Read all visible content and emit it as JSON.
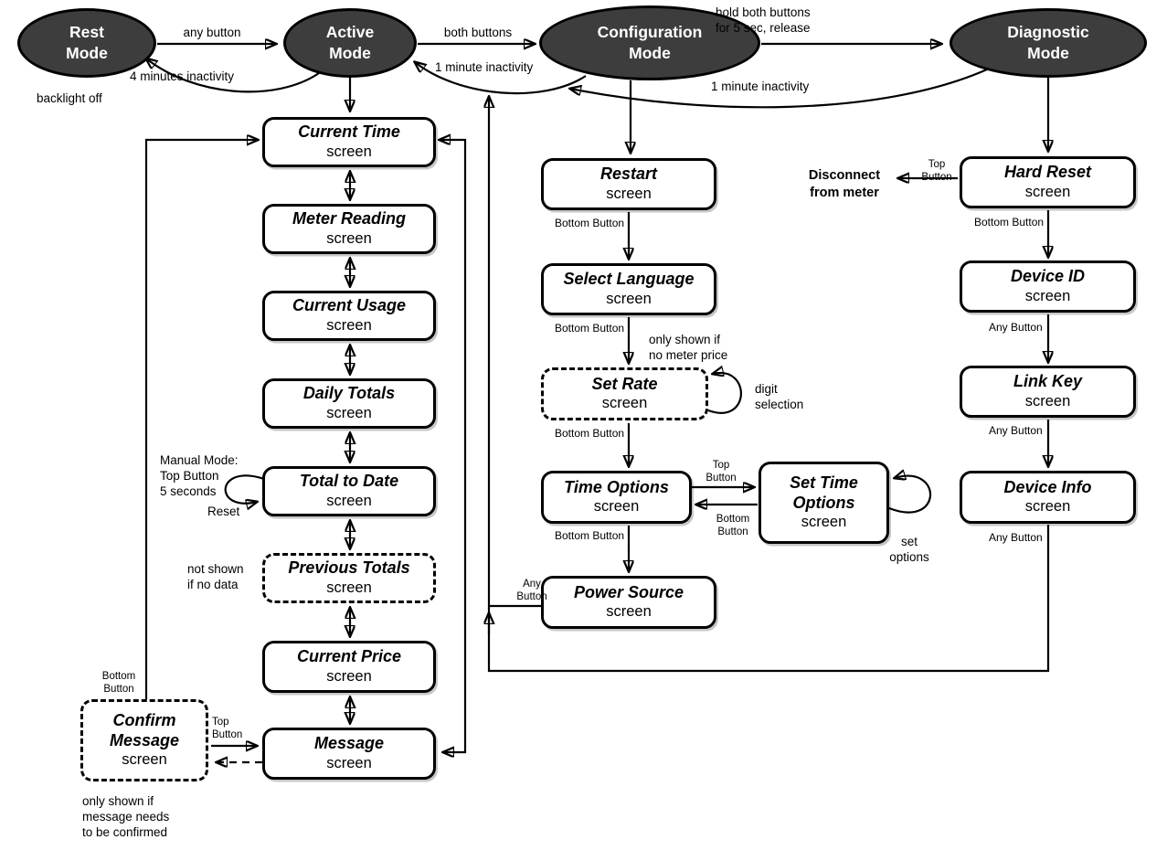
{
  "colors": {
    "background": "#ffffff",
    "mode_fill": "#3d3d3d",
    "mode_text": "#ffffff",
    "box_fill": "#ffffff",
    "line": "#000000"
  },
  "modes": {
    "rest": {
      "title": "Rest\nMode"
    },
    "active": {
      "title": "Active\nMode"
    },
    "configuration": {
      "title": "Configuration\nMode"
    },
    "diagnostic": {
      "title": "Diagnostic\nMode"
    }
  },
  "screens": {
    "current_time": {
      "title": "Current Time",
      "subtitle": "screen"
    },
    "meter_reading": {
      "title": "Meter Reading",
      "subtitle": "screen"
    },
    "current_usage": {
      "title": "Current Usage",
      "subtitle": "screen"
    },
    "daily_totals": {
      "title": "Daily Totals",
      "subtitle": "screen"
    },
    "total_to_date": {
      "title": "Total to Date",
      "subtitle": "screen"
    },
    "previous_totals": {
      "title": "Previous Totals",
      "subtitle": "screen"
    },
    "current_price": {
      "title": "Current Price",
      "subtitle": "screen"
    },
    "message": {
      "title": "Message",
      "subtitle": "screen"
    },
    "confirm_message": {
      "title": "Confirm\nMessage",
      "subtitle": "screen"
    },
    "restart": {
      "title": "Restart",
      "subtitle": "screen"
    },
    "select_language": {
      "title": "Select Language",
      "subtitle": "screen"
    },
    "set_rate": {
      "title": "Set Rate",
      "subtitle": "screen"
    },
    "time_options": {
      "title": "Time Options",
      "subtitle": "screen"
    },
    "set_time_options": {
      "title": "Set Time\nOptions",
      "subtitle": "screen"
    },
    "power_source": {
      "title": "Power Source",
      "subtitle": "screen"
    },
    "hard_reset": {
      "title": "Hard Reset",
      "subtitle": "screen"
    },
    "device_id": {
      "title": "Device ID",
      "subtitle": "screen"
    },
    "link_key": {
      "title": "Link Key",
      "subtitle": "screen"
    },
    "device_info": {
      "title": "Device Info",
      "subtitle": "screen"
    }
  },
  "labels": {
    "any_button": "any button",
    "four_minutes_inactivity": "4 minutes inactivity",
    "backlight_off": "backlight off",
    "both_buttons": "both buttons",
    "one_minute_inactivity_active": "1 minute inactivity",
    "hold_both_buttons": "hold both buttons\nfor 5 sec, release",
    "one_minute_inactivity_config": "1 minute inactivity",
    "manual_mode": "Manual Mode:\nTop Button\n5 seconds",
    "reset": "Reset",
    "not_shown_if_no_data": "not shown\nif no data",
    "bottom_button_confirm": "Bottom\nButton",
    "top_button_confirm": "Top\nButton",
    "only_shown_if_confirm": "only shown if\nmessage needs\nto be confirmed",
    "bottom_button_restart": "Bottom Button",
    "bottom_button_select_language": "Bottom Button",
    "only_shown_if_no_meter_price": "only shown if\nno meter price",
    "digit_selection": "digit\nselection",
    "bottom_button_set_rate": "Bottom Button",
    "top_button_time_options": "Top\nButton",
    "bottom_button_set_time": "Bottom\nButton",
    "bottom_button_time_options": "Bottom Button",
    "set_options": "set\noptions",
    "any_button_power_source": "Any\nButton",
    "disconnect_from_meter": "Disconnect\nfrom meter",
    "top_button_hard_reset": "Top\nButton",
    "bottom_button_hard_reset": "Bottom Button",
    "any_button_device_id": "Any Button",
    "any_button_link_key": "Any Button",
    "any_button_device_info": "Any Button"
  },
  "edges": [
    {
      "from": "rest",
      "to": "active",
      "label": "any button"
    },
    {
      "from": "active",
      "to": "rest",
      "label": "4 minutes inactivity",
      "note": "backlight off"
    },
    {
      "from": "active",
      "to": "configuration",
      "label": "both buttons"
    },
    {
      "from": "configuration",
      "to": "active",
      "label": "1 minute inactivity"
    },
    {
      "from": "configuration",
      "to": "diagnostic",
      "label": "hold both buttons for 5 sec, release"
    },
    {
      "from": "diagnostic",
      "to": "configuration",
      "label": "1 minute inactivity"
    },
    {
      "from": "active",
      "to": "current_time"
    },
    {
      "from": "current_time",
      "to": "meter_reading",
      "bidirectional": true
    },
    {
      "from": "meter_reading",
      "to": "current_usage",
      "bidirectional": true
    },
    {
      "from": "current_usage",
      "to": "daily_totals",
      "bidirectional": true
    },
    {
      "from": "daily_totals",
      "to": "total_to_date",
      "bidirectional": true
    },
    {
      "from": "total_to_date",
      "to": "previous_totals",
      "bidirectional": true,
      "note": "not shown if no data"
    },
    {
      "from": "previous_totals",
      "to": "current_price",
      "bidirectional": true
    },
    {
      "from": "current_price",
      "to": "message",
      "bidirectional": true
    },
    {
      "from": "message",
      "to": "current_time",
      "bidirectional": true,
      "note": "wrap-around"
    },
    {
      "from": "total_to_date",
      "to": "total_to_date",
      "label": "Manual Mode: Top Button 5 seconds — Reset"
    },
    {
      "from": "message",
      "to": "confirm_message",
      "style": "dashed",
      "note": "only shown if message needs to be confirmed"
    },
    {
      "from": "confirm_message",
      "to": "message",
      "label": "Top Button"
    },
    {
      "from": "confirm_message",
      "to": "current_time",
      "label": "Bottom Button"
    },
    {
      "from": "configuration",
      "to": "restart"
    },
    {
      "from": "restart",
      "to": "select_language",
      "label": "Bottom Button"
    },
    {
      "from": "select_language",
      "to": "set_rate",
      "label": "Bottom Button",
      "note": "only shown if no meter price"
    },
    {
      "from": "set_rate",
      "to": "set_rate",
      "label": "digit selection"
    },
    {
      "from": "set_rate",
      "to": "time_options",
      "label": "Bottom Button"
    },
    {
      "from": "time_options",
      "to": "set_time_options",
      "label": "Top Button"
    },
    {
      "from": "set_time_options",
      "to": "time_options",
      "label": "Bottom Button"
    },
    {
      "from": "set_time_options",
      "to": "set_time_options",
      "label": "set options"
    },
    {
      "from": "time_options",
      "to": "power_source",
      "label": "Bottom Button"
    },
    {
      "from": "power_source",
      "to": "active",
      "label": "Any Button"
    },
    {
      "from": "diagnostic",
      "to": "hard_reset"
    },
    {
      "from": "hard_reset",
      "to": "disconnect_from_meter",
      "label": "Top Button"
    },
    {
      "from": "hard_reset",
      "to": "device_id",
      "label": "Bottom Button"
    },
    {
      "from": "device_id",
      "to": "link_key",
      "label": "Any Button"
    },
    {
      "from": "link_key",
      "to": "device_info",
      "label": "Any Button"
    },
    {
      "from": "device_info",
      "to": "active",
      "label": "Any Button"
    }
  ]
}
